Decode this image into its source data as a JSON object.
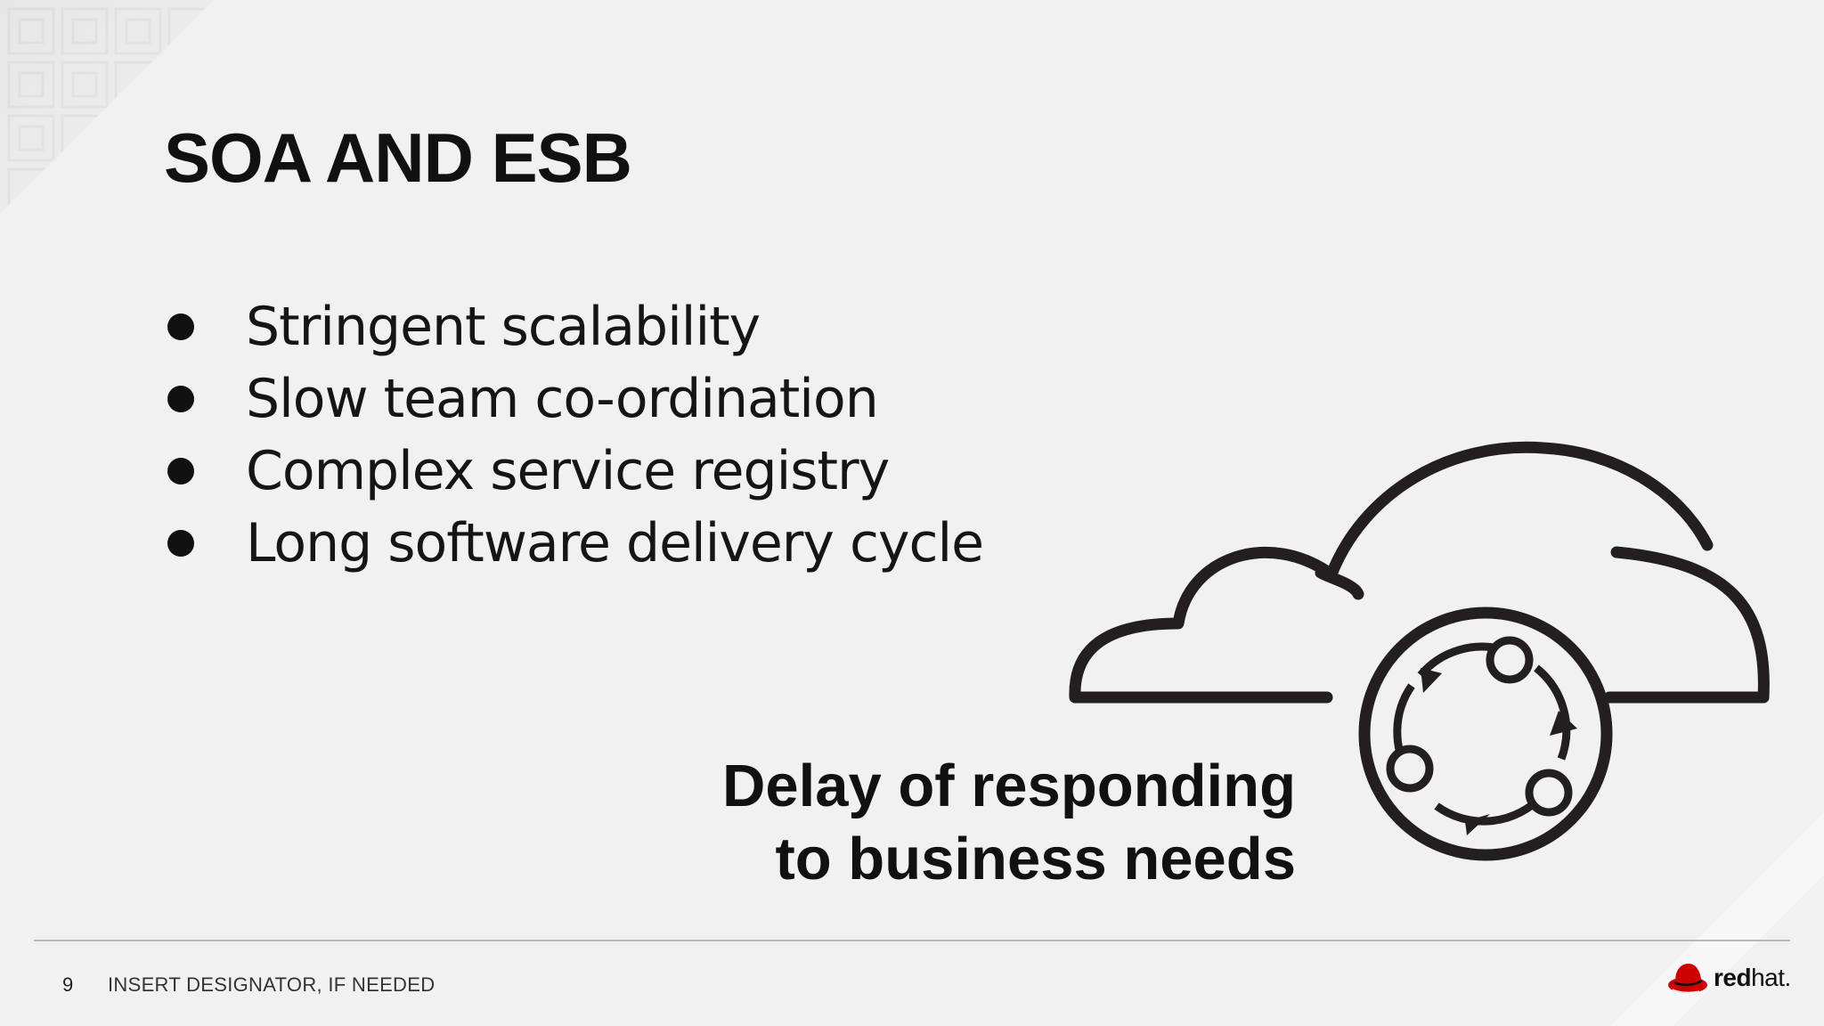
{
  "slide": {
    "title": "SOA AND ESB",
    "bullets": [
      "Stringent scalability",
      "Slow team co-ordination",
      "Complex service registry",
      "Long software delivery cycle"
    ],
    "callout": {
      "line1": "Delay of responding",
      "line2": "to business needs"
    },
    "graphic_icon": "cloud-cycle-icon"
  },
  "footer": {
    "page_number": "9",
    "designator": "INSERT DESIGNATOR, IF NEEDED",
    "logo_bold": "red",
    "logo_regular": "hat."
  },
  "colors": {
    "background": "#f2f1f1",
    "text": "#111111",
    "brand_red": "#cc0000"
  }
}
